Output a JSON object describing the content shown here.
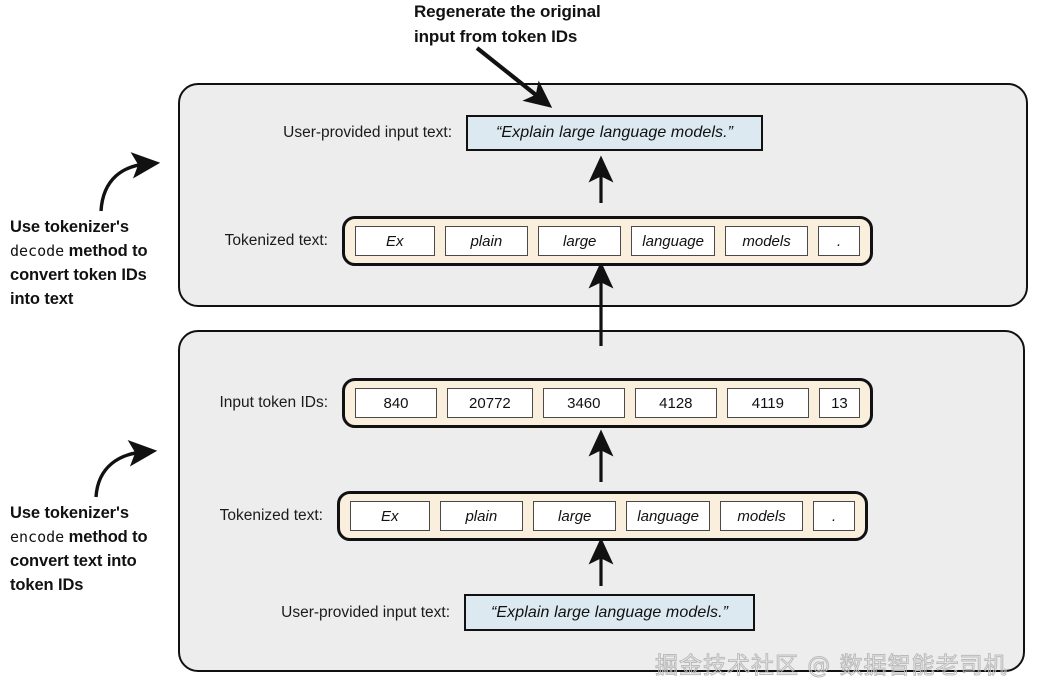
{
  "annotations": {
    "top": {
      "line1": "Regenerate the original",
      "line2": "input from token IDs"
    },
    "decode": {
      "line1": "Use tokenizer's",
      "method": "decode",
      "line2_tail": " method to",
      "line3": "convert token IDs",
      "line4": "into text"
    },
    "encode": {
      "line1": "Use tokenizer's",
      "method": "encode",
      "line2_tail": " method to",
      "line3": "convert text into",
      "line4": "token IDs"
    }
  },
  "labels": {
    "user_input": "User-provided input text:",
    "tokenized_text": "Tokenized text:",
    "input_token_ids": "Input token IDs:"
  },
  "values": {
    "input_text": "“Explain large language models.”",
    "tokens": [
      "Ex",
      "plain",
      "large",
      "language",
      "models",
      "."
    ],
    "token_ids": [
      "840",
      "20772",
      "3460",
      "4128",
      "4119",
      "13"
    ]
  },
  "watermark": "掘金技术社区 @ 数据智能老司机",
  "colors": {
    "panel_fill": "#ededed",
    "capsule_fill": "#faeedc",
    "input_fill": "#dce9f1",
    "stroke": "#111111",
    "chip_fill": "#ffffff"
  }
}
